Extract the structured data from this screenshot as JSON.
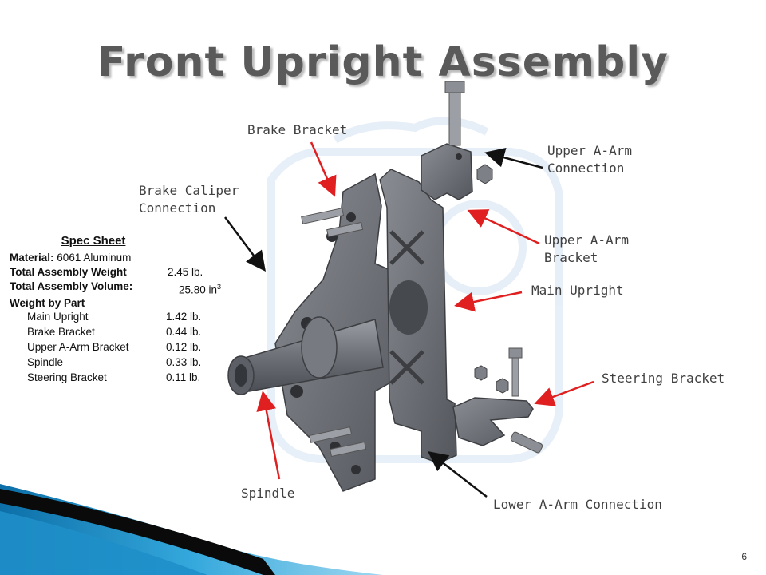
{
  "slide": {
    "title": "Front Upright Assembly",
    "page_number": "6"
  },
  "callouts": {
    "brake_bracket": "Brake Bracket",
    "brake_caliper_connection": "Brake Caliper\nConnection",
    "upper_a_arm_connection": "Upper A-Arm\nConnection",
    "upper_a_arm_bracket": "Upper A-Arm\nBracket",
    "main_upright": "Main Upright",
    "steering_bracket": "Steering Bracket",
    "spindle": "Spindle",
    "lower_a_arm_connection": "Lower A-Arm Connection"
  },
  "spec_sheet": {
    "title": "Spec Sheet",
    "material_label": "Material:",
    "material_value": "6061 Aluminum",
    "weight_label": "Total Assembly Weight",
    "weight_value": "2.45 lb.",
    "volume_label": "Total Assembly Volume:",
    "volume_value": "25.80 in",
    "volume_exponent": "3",
    "weight_by_part_label": "Weight by Part",
    "parts": [
      {
        "name": "Main Upright",
        "weight": "1.42 lb."
      },
      {
        "name": "Brake Bracket",
        "weight": "0.44 lb."
      },
      {
        "name": "Upper A-Arm Bracket",
        "weight": "0.12 lb."
      },
      {
        "name": "Spindle",
        "weight": "0.33 lb."
      },
      {
        "name": "Steering Bracket",
        "weight": "0.11 lb."
      }
    ]
  },
  "colors": {
    "red_arrow": "#e02020",
    "black_arrow": "#111111",
    "part_gray": "#6f7278",
    "accent_blue": "#1f8fc9"
  }
}
